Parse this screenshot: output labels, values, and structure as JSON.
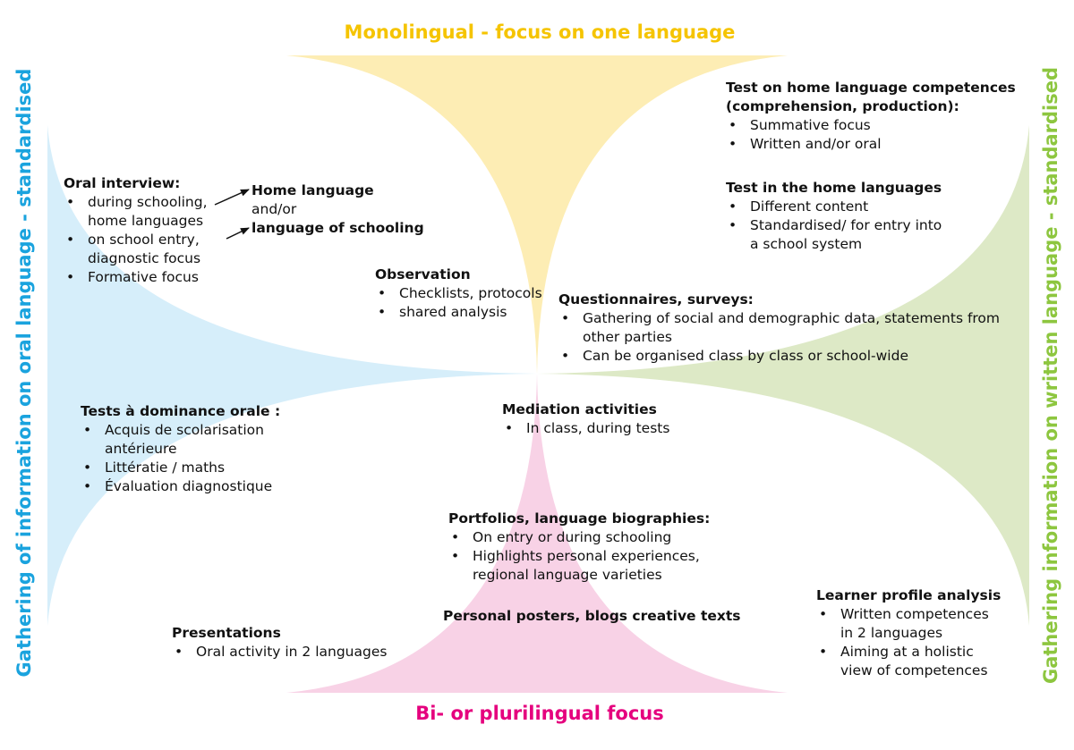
{
  "colors": {
    "monolingual": "#f5c400",
    "plurilingual": "#e5007e",
    "oral": "#1aa3de",
    "written": "#8dc63f",
    "monolingual_fill": "#fdedb4",
    "plurilingual_fill": "#f8d2e6",
    "oral_fill": "#d6eefa",
    "written_fill": "#dde9c6"
  },
  "axes": {
    "top": "Monolingual - focus on one language",
    "bottom": "Bi- or plurilingual focus",
    "left": "Gathering of information on oral language - standardised",
    "right": "Gathering information on written language - standardised"
  },
  "oral_interview": {
    "title": "Oral interview:",
    "items": [
      "during schooling, home languages",
      "on school entry, diagnostic focus",
      "Formative focus"
    ]
  },
  "home_language": {
    "line1": "Home language",
    "line2": "and/or",
    "line3": "language of schooling"
  },
  "observation": {
    "title": "Observation",
    "items": [
      "Checklists, protocols",
      "shared analysis"
    ]
  },
  "test_home_competences": {
    "title": "Test on home language competences (comprehension, production):",
    "items": [
      "Summative focus",
      "Written and/or oral"
    ]
  },
  "test_home_languages": {
    "title": "Test in the home languages",
    "items": [
      "Different content",
      "Standardised/ for entry into a school system"
    ]
  },
  "questionnaires": {
    "title": "Questionnaires, surveys:",
    "items": [
      "Gathering of social and demographic data, statements from other parties",
      "Can be organised class by class or school-wide"
    ]
  },
  "tests_orale": {
    "title": "Tests à dominance orale :",
    "items": [
      "Acquis de scolarisation antérieure",
      "Littératie / maths",
      "Évaluation diagnostique"
    ]
  },
  "mediation": {
    "title": "Mediation activities",
    "items": [
      "In class, during tests"
    ]
  },
  "portfolios": {
    "title": "Portfolios, language biographies:",
    "items": [
      "On entry or during schooling",
      "Highlights personal experiences, regional language varieties"
    ]
  },
  "posters": {
    "title": "Personal posters, blogs creative texts"
  },
  "presentations": {
    "title": "Presentations",
    "items": [
      "Oral activity in 2 languages"
    ]
  },
  "learner_profile": {
    "title": "Learner profile analysis",
    "items": [
      "Written competences in 2 languages",
      "Aiming at a holistic view of competences"
    ]
  }
}
